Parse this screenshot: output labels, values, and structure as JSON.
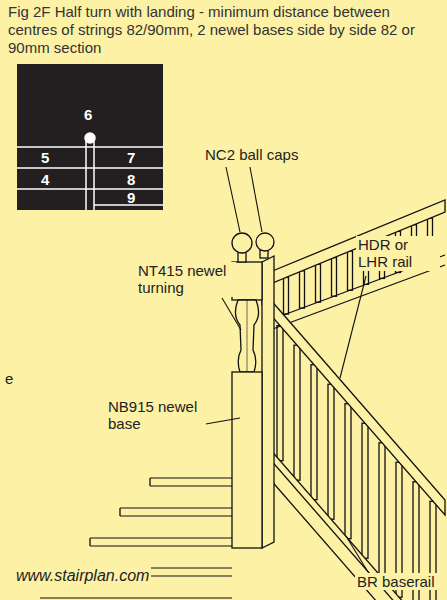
{
  "diagram": {
    "title": "Fig 2F Half turn with landing - minimum distance between centres of strings 82/90mm, 2 newel bases side by side 82 or 90mm section",
    "labels": [
      "6",
      "5",
      "4",
      "7",
      "8",
      "9",
      "NC2 ball caps",
      "NT415 newel turning",
      "HDR or LHR rail",
      "NB915 newel base",
      "e",
      "www.stairplan.com",
      "BR baserail"
    ]
  }
}
